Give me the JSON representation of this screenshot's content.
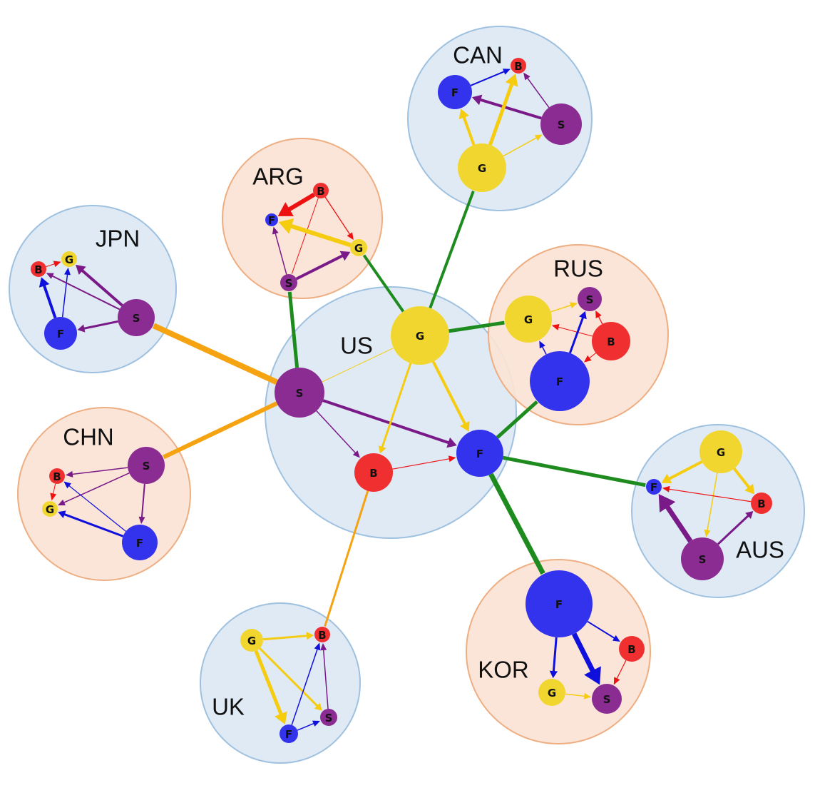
{
  "colors": {
    "F": "#3333ee",
    "G": "#f2d630",
    "S": "#8b2c93",
    "B": "#f03030",
    "edge_F": "#1010dd",
    "edge_G": "#f5cc10",
    "edge_S": "#7a1a88",
    "edge_B": "#ee1111",
    "link_green": "#1e8b1e",
    "link_orange": "#f5a310",
    "blue_fill": "#dce8f4",
    "blue_stroke": "#9fc1e0",
    "orange_fill": "#fbe3d5",
    "orange_stroke": "#eeae82"
  },
  "clusters": [
    {
      "id": "US",
      "label": "US",
      "theme": "blue",
      "nodes": [
        {
          "id": "US-G",
          "type": "G",
          "label": "G"
        },
        {
          "id": "US-S",
          "type": "S",
          "label": "S"
        },
        {
          "id": "US-B",
          "type": "B",
          "label": "B"
        },
        {
          "id": "US-F",
          "type": "F",
          "label": "F"
        }
      ],
      "edges": [
        {
          "from": "US-S",
          "to": "US-F",
          "color": "edge_S",
          "weight": 4
        },
        {
          "from": "US-S",
          "to": "US-B",
          "color": "edge_S",
          "weight": 1.5
        },
        {
          "from": "US-S",
          "to": "US-G",
          "color": "edge_G",
          "weight": 1,
          "arrow": false
        },
        {
          "from": "US-G",
          "to": "US-F",
          "color": "edge_G",
          "weight": 4
        },
        {
          "from": "US-G",
          "to": "US-B",
          "color": "edge_G",
          "weight": 3
        },
        {
          "from": "US-B",
          "to": "US-F",
          "color": "edge_B",
          "weight": 1.2
        }
      ]
    },
    {
      "id": "CAN",
      "label": "CAN",
      "theme": "blue",
      "nodes": [
        {
          "id": "CAN-F",
          "type": "F",
          "label": "F"
        },
        {
          "id": "CAN-B",
          "type": "B",
          "label": "B"
        },
        {
          "id": "CAN-S",
          "type": "S",
          "label": "S"
        },
        {
          "id": "CAN-G",
          "type": "G",
          "label": "G"
        }
      ],
      "edges": [
        {
          "from": "CAN-F",
          "to": "CAN-B",
          "color": "edge_F",
          "weight": 2
        },
        {
          "from": "CAN-S",
          "to": "CAN-B",
          "color": "edge_S",
          "weight": 1.5
        },
        {
          "from": "CAN-S",
          "to": "CAN-F",
          "color": "edge_S",
          "weight": 4
        },
        {
          "from": "CAN-G",
          "to": "CAN-F",
          "color": "edge_G",
          "weight": 4
        },
        {
          "from": "CAN-G",
          "to": "CAN-B",
          "color": "edge_G",
          "weight": 5
        },
        {
          "from": "CAN-G",
          "to": "CAN-S",
          "color": "edge_G",
          "weight": 1.5
        }
      ]
    },
    {
      "id": "ARG",
      "label": "ARG",
      "theme": "orange",
      "nodes": [
        {
          "id": "ARG-B",
          "type": "B",
          "label": "B"
        },
        {
          "id": "ARG-F",
          "type": "F",
          "label": "F"
        },
        {
          "id": "ARG-G",
          "type": "G",
          "label": "G"
        },
        {
          "id": "ARG-S",
          "type": "S",
          "label": "S"
        }
      ],
      "edges": [
        {
          "from": "ARG-B",
          "to": "ARG-F",
          "color": "edge_B",
          "weight": 6
        },
        {
          "from": "ARG-B",
          "to": "ARG-G",
          "color": "edge_B",
          "weight": 1.3
        },
        {
          "from": "ARG-B",
          "to": "ARG-S",
          "color": "edge_B",
          "weight": 1,
          "arrow": false
        },
        {
          "from": "ARG-G",
          "to": "ARG-F",
          "color": "edge_G",
          "weight": 6
        },
        {
          "from": "ARG-S",
          "to": "ARG-F",
          "color": "edge_S",
          "weight": 1.5
        },
        {
          "from": "ARG-S",
          "to": "ARG-G",
          "color": "edge_S",
          "weight": 4
        }
      ]
    },
    {
      "id": "JPN",
      "label": "JPN",
      "theme": "blue",
      "nodes": [
        {
          "id": "JPN-B",
          "type": "B",
          "label": "B"
        },
        {
          "id": "JPN-G",
          "type": "G",
          "label": "G"
        },
        {
          "id": "JPN-S",
          "type": "S",
          "label": "S"
        },
        {
          "id": "JPN-F",
          "type": "F",
          "label": "F"
        }
      ],
      "edges": [
        {
          "from": "JPN-F",
          "to": "JPN-B",
          "color": "edge_F",
          "weight": 4
        },
        {
          "from": "JPN-F",
          "to": "JPN-G",
          "color": "edge_F",
          "weight": 1.5
        },
        {
          "from": "JPN-S",
          "to": "JPN-B",
          "color": "edge_S",
          "weight": 2
        },
        {
          "from": "JPN-S",
          "to": "JPN-G",
          "color": "edge_S",
          "weight": 4
        },
        {
          "from": "JPN-S",
          "to": "JPN-F",
          "color": "edge_S",
          "weight": 3
        },
        {
          "from": "JPN-B",
          "to": "JPN-G",
          "color": "edge_B",
          "weight": 1
        }
      ]
    },
    {
      "id": "CHN",
      "label": "CHN",
      "theme": "orange",
      "nodes": [
        {
          "id": "CHN-S",
          "type": "S",
          "label": "S"
        },
        {
          "id": "CHN-B",
          "type": "B",
          "label": "B"
        },
        {
          "id": "CHN-G",
          "type": "G",
          "label": "G"
        },
        {
          "id": "CHN-F",
          "type": "F",
          "label": "F"
        }
      ],
      "edges": [
        {
          "from": "CHN-S",
          "to": "CHN-B",
          "color": "edge_S",
          "weight": 1.5
        },
        {
          "from": "CHN-S",
          "to": "CHN-G",
          "color": "edge_S",
          "weight": 1.5
        },
        {
          "from": "CHN-S",
          "to": "CHN-F",
          "color": "edge_S",
          "weight": 2
        },
        {
          "from": "CHN-F",
          "to": "CHN-B",
          "color": "edge_F",
          "weight": 1.2
        },
        {
          "from": "CHN-F",
          "to": "CHN-G",
          "color": "edge_F",
          "weight": 3
        },
        {
          "from": "CHN-B",
          "to": "CHN-G",
          "color": "edge_B",
          "weight": 1
        }
      ]
    },
    {
      "id": "RUS",
      "label": "RUS",
      "theme": "orange",
      "nodes": [
        {
          "id": "RUS-G",
          "type": "G",
          "label": "G"
        },
        {
          "id": "RUS-S",
          "type": "S",
          "label": "S"
        },
        {
          "id": "RUS-B",
          "type": "B",
          "label": "B"
        },
        {
          "id": "RUS-F",
          "type": "F",
          "label": "F"
        }
      ],
      "edges": [
        {
          "from": "RUS-G",
          "to": "RUS-S",
          "color": "edge_G",
          "weight": 1.5
        },
        {
          "from": "RUS-B",
          "to": "RUS-G",
          "color": "edge_B",
          "weight": 1
        },
        {
          "from": "RUS-B",
          "to": "RUS-S",
          "color": "edge_B",
          "weight": 1.3
        },
        {
          "from": "RUS-B",
          "to": "RUS-F",
          "color": "edge_B",
          "weight": 1
        },
        {
          "from": "RUS-F",
          "to": "RUS-S",
          "color": "edge_F",
          "weight": 3
        },
        {
          "from": "RUS-F",
          "to": "RUS-G",
          "color": "edge_F",
          "weight": 1.5
        }
      ]
    },
    {
      "id": "AUS",
      "label": "AUS",
      "theme": "blue",
      "nodes": [
        {
          "id": "AUS-G",
          "type": "G",
          "label": "G"
        },
        {
          "id": "AUS-F",
          "type": "F",
          "label": "F"
        },
        {
          "id": "AUS-B",
          "type": "B",
          "label": "B"
        },
        {
          "id": "AUS-S",
          "type": "S",
          "label": "S"
        }
      ],
      "edges": [
        {
          "from": "AUS-G",
          "to": "AUS-F",
          "color": "edge_G",
          "weight": 4
        },
        {
          "from": "AUS-G",
          "to": "AUS-B",
          "color": "edge_G",
          "weight": 4
        },
        {
          "from": "AUS-G",
          "to": "AUS-S",
          "color": "edge_G",
          "weight": 1.5
        },
        {
          "from": "AUS-B",
          "to": "AUS-F",
          "color": "edge_B",
          "weight": 1.2
        },
        {
          "from": "AUS-S",
          "to": "AUS-F",
          "color": "edge_S",
          "weight": 7
        },
        {
          "from": "AUS-S",
          "to": "AUS-B",
          "color": "edge_S",
          "weight": 3
        }
      ]
    },
    {
      "id": "KOR",
      "label": "KOR",
      "theme": "orange",
      "nodes": [
        {
          "id": "KOR-F",
          "type": "F",
          "label": "F"
        },
        {
          "id": "KOR-B",
          "type": "B",
          "label": "B"
        },
        {
          "id": "KOR-G",
          "type": "G",
          "label": "G"
        },
        {
          "id": "KOR-S",
          "type": "S",
          "label": "S"
        }
      ],
      "edges": [
        {
          "from": "KOR-F",
          "to": "KOR-B",
          "color": "edge_F",
          "weight": 2
        },
        {
          "from": "KOR-F",
          "to": "KOR-G",
          "color": "edge_F",
          "weight": 3
        },
        {
          "from": "KOR-F",
          "to": "KOR-S",
          "color": "edge_F",
          "weight": 7
        },
        {
          "from": "KOR-B",
          "to": "KOR-S",
          "color": "edge_B",
          "weight": 1.2
        },
        {
          "from": "KOR-G",
          "to": "KOR-S",
          "color": "edge_G",
          "weight": 1.5
        }
      ]
    },
    {
      "id": "UK",
      "label": "UK",
      "theme": "blue",
      "nodes": [
        {
          "id": "UK-G",
          "type": "G",
          "label": "G"
        },
        {
          "id": "UK-B",
          "type": "B",
          "label": "B"
        },
        {
          "id": "UK-S",
          "type": "S",
          "label": "S"
        },
        {
          "id": "UK-F",
          "type": "F",
          "label": "F"
        }
      ],
      "edges": [
        {
          "from": "UK-G",
          "to": "UK-B",
          "color": "edge_G",
          "weight": 3
        },
        {
          "from": "UK-G",
          "to": "UK-F",
          "color": "edge_G",
          "weight": 5
        },
        {
          "from": "UK-G",
          "to": "UK-S",
          "color": "edge_G",
          "weight": 3
        },
        {
          "from": "UK-F",
          "to": "UK-B",
          "color": "edge_F",
          "weight": 1.5
        },
        {
          "from": "UK-F",
          "to": "UK-S",
          "color": "edge_F",
          "weight": 1.5
        },
        {
          "from": "UK-S",
          "to": "UK-B",
          "color": "edge_S",
          "weight": 1.5
        }
      ]
    }
  ],
  "links": [
    {
      "from": "US-G",
      "to": "CAN-G",
      "color": "link_green",
      "weight": 4
    },
    {
      "from": "US-G",
      "to": "ARG-G",
      "color": "link_green",
      "weight": 4
    },
    {
      "from": "US-S",
      "to": "ARG-S",
      "color": "link_green",
      "weight": 5
    },
    {
      "from": "US-G",
      "to": "RUS-G",
      "color": "link_green",
      "weight": 5
    },
    {
      "from": "US-F",
      "to": "RUS-F",
      "color": "link_green",
      "weight": 5
    },
    {
      "from": "US-F",
      "to": "AUS-F",
      "color": "link_green",
      "weight": 5
    },
    {
      "from": "US-F",
      "to": "KOR-F",
      "color": "link_green",
      "weight": 7
    },
    {
      "from": "US-S",
      "to": "JPN-S",
      "color": "link_orange",
      "weight": 8
    },
    {
      "from": "US-S",
      "to": "CHN-S",
      "color": "link_orange",
      "weight": 6
    },
    {
      "from": "US-B",
      "to": "UK-B",
      "color": "link_orange",
      "weight": 3
    }
  ]
}
